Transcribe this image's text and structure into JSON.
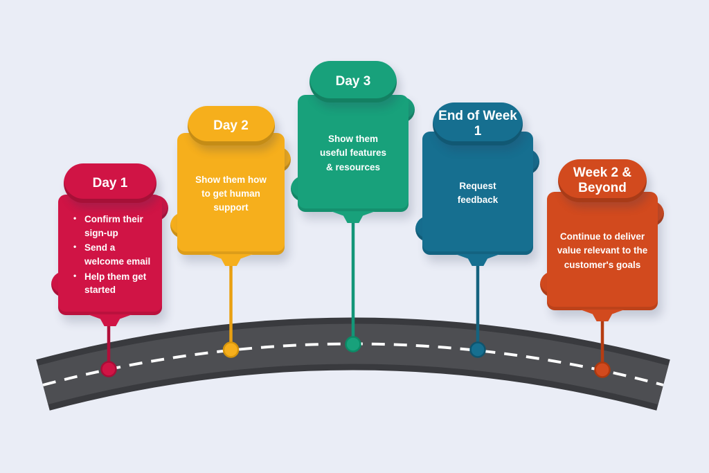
{
  "canvas": {
    "background": "#eaedf6"
  },
  "road": {
    "edge": "#393a3e",
    "surface": "#4d4e52",
    "dash_color": "#ffffff"
  },
  "milestones": [
    {
      "label": "Day 1",
      "color": "#d01445",
      "dark": "#a80d37",
      "stem": "#b10f3a",
      "items": [
        "Confirm their sign-up",
        "Send a welcome email",
        "Help them get started"
      ]
    },
    {
      "label": "Day 2",
      "color": "#f6af1c",
      "dark": "#d6950c",
      "stem": "#e9a011",
      "lines": [
        "Show them how",
        "to get human",
        "support"
      ],
      "body": "Show them how to get human support"
    },
    {
      "label": "Day 3",
      "color": "#18a17b",
      "dark": "#0c8a66",
      "stem": "#129678",
      "lines": [
        "Show them",
        "useful features",
        "& resources"
      ],
      "body": "Show them useful features & resources"
    },
    {
      "label": "End of Week 1",
      "color": "#166f90",
      "dark": "#0f546e",
      "stem": "#15637f",
      "lines": [
        "Request",
        "feedback"
      ],
      "body": "Request feedback"
    },
    {
      "label": "Week 2 & Beyond",
      "color": "#d24a1e",
      "dark": "#ad390f",
      "stem": "#b63d12",
      "lines": [
        "Continue to deliver",
        "value relevant to the",
        "customer's goals"
      ],
      "body": "Continue to deliver value relevant to the customer's goals"
    }
  ]
}
